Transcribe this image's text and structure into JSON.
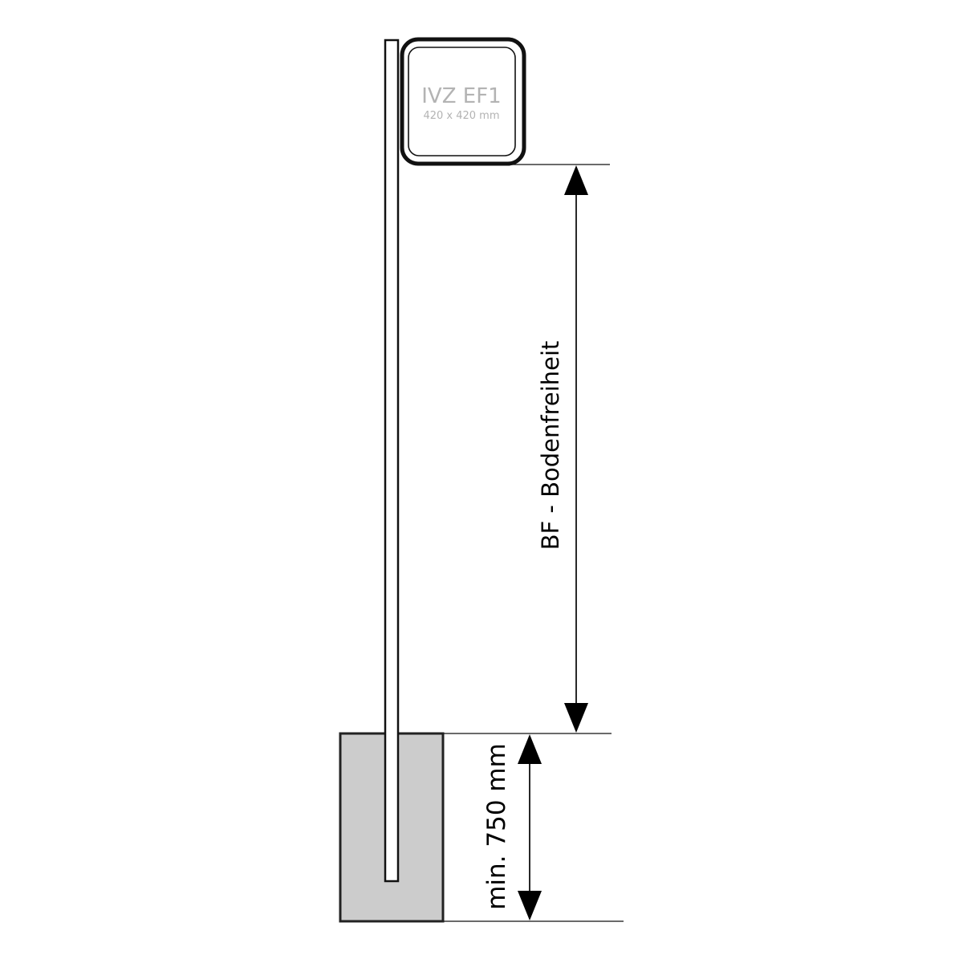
{
  "sign": {
    "title": "IVZ EF1",
    "size": "420 x 420 mm"
  },
  "dimensions": {
    "clearance_label": "BF - Bodenfreiheit",
    "foundation_label": "min. 750 mm"
  },
  "colors": {
    "line": "#000000",
    "foundation": "#cccccc",
    "sign_text": "#b3b3b3"
  }
}
